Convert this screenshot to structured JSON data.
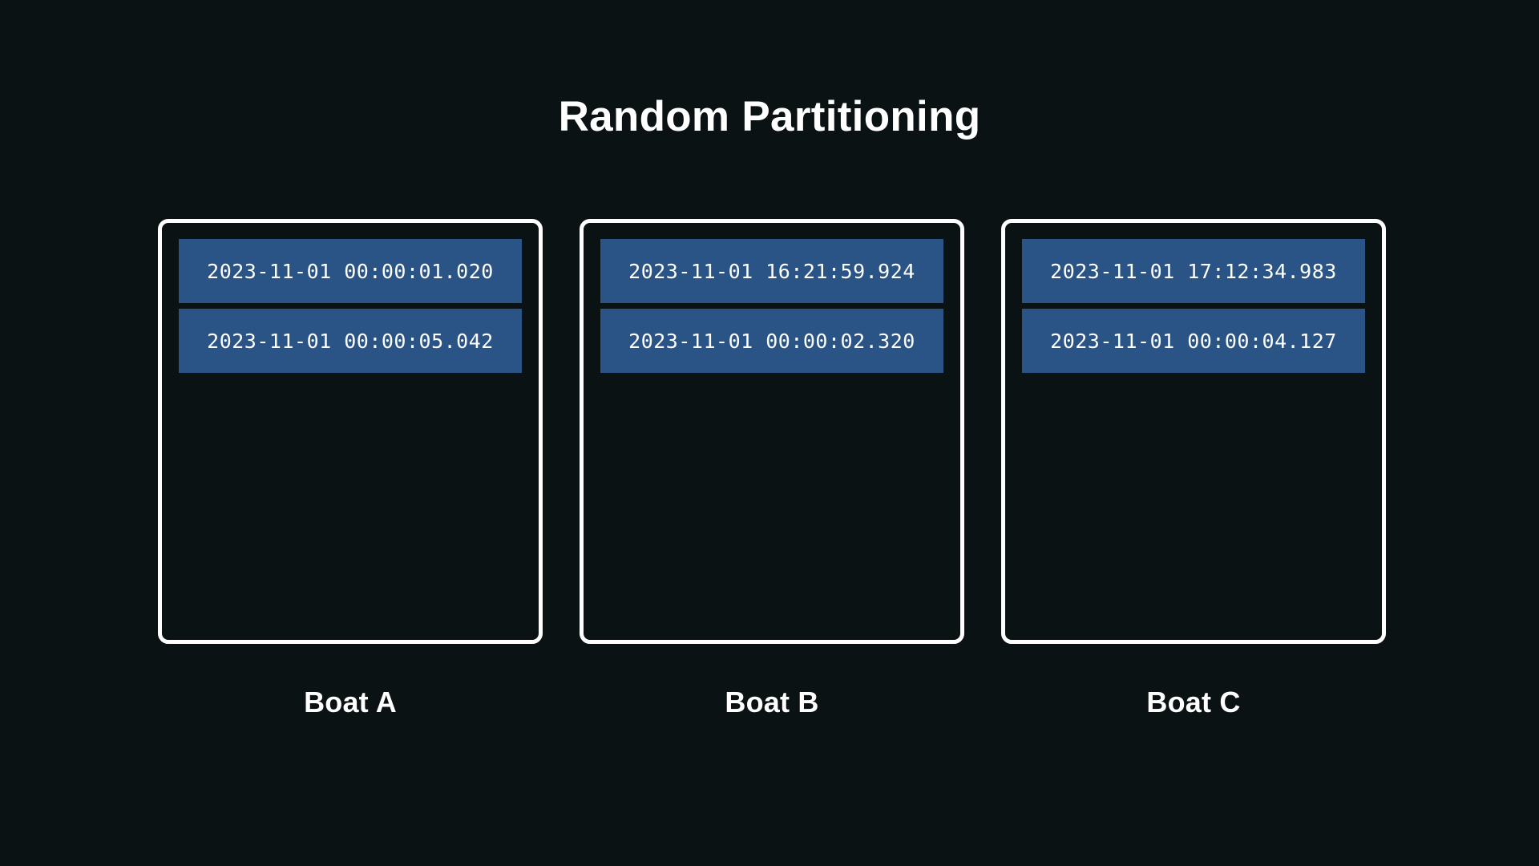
{
  "title": "Random Partitioning",
  "colors": {
    "background": "#0b1214",
    "border": "#ffffff",
    "record": "#2b5486",
    "text": "#ffffff"
  },
  "partitions": [
    {
      "label": "Boat A",
      "records": [
        {
          "timestamp": "2023-11-01 00:00:01.020"
        },
        {
          "timestamp": "2023-11-01 00:00:05.042"
        }
      ]
    },
    {
      "label": "Boat B",
      "records": [
        {
          "timestamp": "2023-11-01 16:21:59.924"
        },
        {
          "timestamp": "2023-11-01 00:00:02.320"
        }
      ]
    },
    {
      "label": "Boat C",
      "records": [
        {
          "timestamp": "2023-11-01 17:12:34.983"
        },
        {
          "timestamp": "2023-11-01 00:00:04.127"
        }
      ]
    }
  ]
}
